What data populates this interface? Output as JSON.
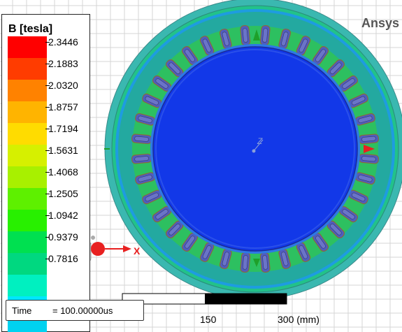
{
  "legend": {
    "title": "B [tesla]",
    "colors": [
      "#ff0000",
      "#ff3c00",
      "#ff8200",
      "#ffb400",
      "#ffdc00",
      "#d6f000",
      "#a8f000",
      "#5ef000",
      "#28f000",
      "#00e050",
      "#00d880",
      "#00f0c0",
      "#00e6ff",
      "#00d2f0"
    ],
    "ticks": [
      "2.3446",
      "2.1883",
      "2.0320",
      "1.8757",
      "1.7194",
      "1.5631",
      "1.4068",
      "1.2505",
      "1.0942",
      "0.9379",
      "0.7816"
    ]
  },
  "brand": {
    "text": "Ansys"
  },
  "time": {
    "label": "Time",
    "value": "= 100.00000us"
  },
  "scale_bar": {
    "labels": [
      "150",
      "300 (mm)"
    ]
  },
  "triad": {
    "axis_z": "Z",
    "axis_x": "X"
  },
  "view": {
    "center_marker": "Z"
  },
  "colors": {
    "stator_outer": "#35c8b8",
    "stator_yoke": "#20b0d8",
    "tooth": "#40c870",
    "slot": "#6a6a90",
    "rotor": "#1240e0",
    "airgap": "#3a7be8"
  },
  "model": {
    "slot_count": 36
  }
}
